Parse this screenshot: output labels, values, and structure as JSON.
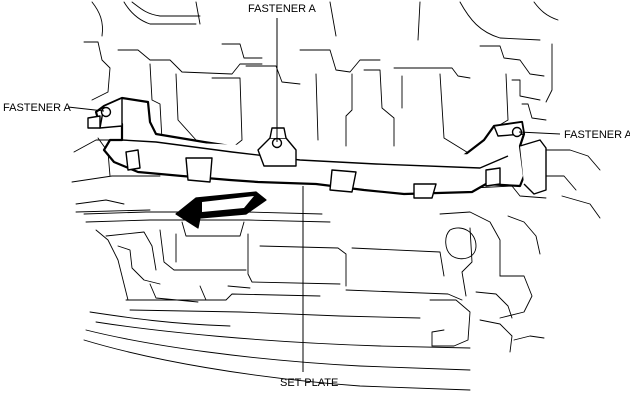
{
  "labels": {
    "fastener_top": "FASTENER A",
    "fastener_left": "FASTENER A",
    "fastener_right": "FASTENER A",
    "set_plate": "SET PLATE"
  }
}
